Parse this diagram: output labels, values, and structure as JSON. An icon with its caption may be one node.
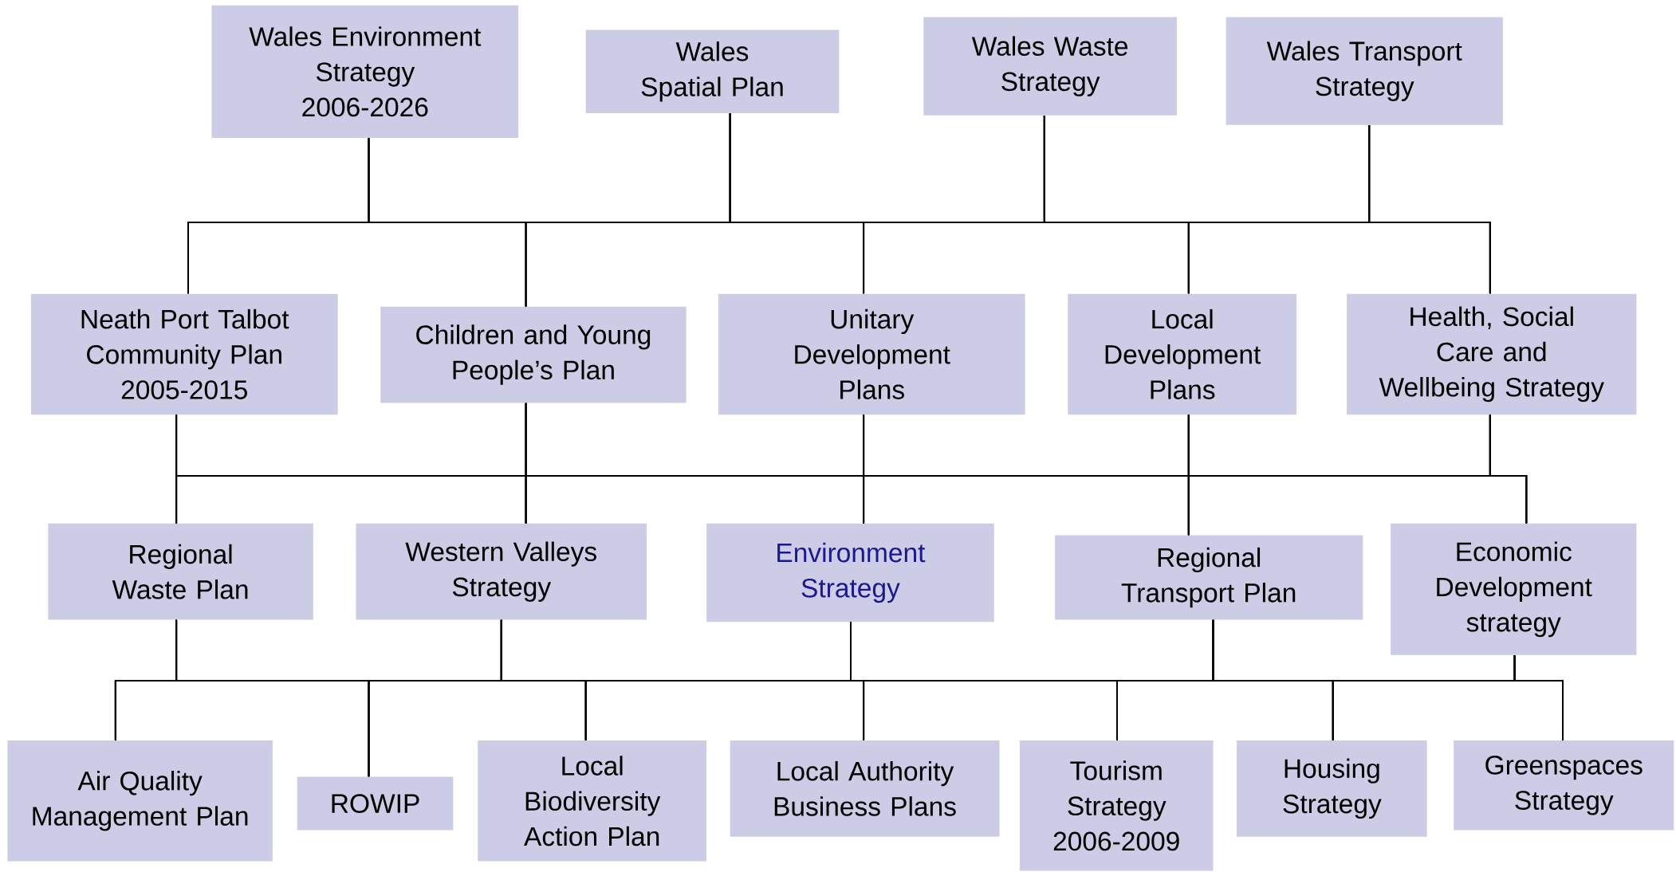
{
  "diagram": {
    "nodes": [
      {
        "text": [
          "Wales Environment Strategy",
          "2006-2026"
        ]
      },
      {
        "text": [
          "Wales Spatial Plan"
        ]
      },
      {
        "text": [
          "Wales Waste Strategy"
        ]
      },
      {
        "text": [
          "Wales Transport Strategy"
        ]
      },
      {
        "text": [
          "Neath Port Talbot Community Plan",
          "2005-2015"
        ]
      },
      {
        "text": [
          "Children and Young People’s Plan"
        ]
      },
      {
        "text": [
          "Unitary Development Plans"
        ]
      },
      {
        "text": [
          "Local Development Plans"
        ]
      },
      {
        "text": [
          "Health, Social Care and Wellbeing Strategy"
        ]
      },
      {
        "text": [
          "Regional Waste Plan"
        ]
      },
      {
        "text": [
          "Western Valleys Strategy"
        ]
      },
      {
        "text": [
          "Environment Strategy"
        ]
      },
      {
        "text": [
          "Regional Transport Plan"
        ]
      },
      {
        "text": [
          "Economic Development strategy"
        ]
      },
      {
        "text": [
          "Air Quality Management Plan"
        ]
      },
      {
        "text": [
          "ROWIP"
        ]
      },
      {
        "text": [
          "Local Biodiversity Action Plan"
        ]
      },
      {
        "text": [
          "Local Authority Business Plans"
        ]
      },
      {
        "text": [
          "Tourism Strategy",
          "2006-2009"
        ]
      },
      {
        "text": [
          "Housing Strategy"
        ]
      },
      {
        "text": [
          "Greenspaces Strategy"
        ]
      }
    ],
    "edges": [
      {
        "from": 0,
        "to": 4,
        "arrow": "none"
      },
      {
        "from": 0,
        "to": 5,
        "arrow": "none"
      },
      {
        "from": 0,
        "to": 6,
        "arrow": "none"
      },
      {
        "from": 0,
        "to": 7,
        "arrow": "none"
      },
      {
        "from": 0,
        "to": 8,
        "arrow": "none"
      },
      {
        "from": 1,
        "to": 4,
        "arrow": "none"
      },
      {
        "from": 1,
        "to": 5,
        "arrow": "none"
      },
      {
        "from": 1,
        "to": 6,
        "arrow": "none"
      },
      {
        "from": 1,
        "to": 7,
        "arrow": "none"
      },
      {
        "from": 1,
        "to": 8,
        "arrow": "none"
      },
      {
        "from": 2,
        "to": 4,
        "arrow": "none"
      },
      {
        "from": 2,
        "to": 5,
        "arrow": "none"
      },
      {
        "from": 2,
        "to": 6,
        "arrow": "none"
      },
      {
        "from": 2,
        "to": 7,
        "arrow": "none"
      },
      {
        "from": 2,
        "to": 8,
        "arrow": "none"
      },
      {
        "from": 3,
        "to": 4,
        "arrow": "none"
      },
      {
        "from": 3,
        "to": 5,
        "arrow": "none"
      },
      {
        "from": 3,
        "to": 6,
        "arrow": "none"
      },
      {
        "from": 3,
        "to": 7,
        "arrow": "none"
      },
      {
        "from": 3,
        "to": 8,
        "arrow": "none"
      },
      {
        "from": 4,
        "to": 9,
        "arrow": "none"
      },
      {
        "from": 4,
        "to": 10,
        "arrow": "none"
      },
      {
        "from": 4,
        "to": 11,
        "arrow": "none"
      },
      {
        "from": 4,
        "to": 12,
        "arrow": "none"
      },
      {
        "from": 4,
        "to": 13,
        "arrow": "none"
      },
      {
        "from": 5,
        "to": 9,
        "arrow": "none"
      },
      {
        "from": 5,
        "to": 10,
        "arrow": "none"
      },
      {
        "from": 5,
        "to": 11,
        "arrow": "none"
      },
      {
        "from": 5,
        "to": 12,
        "arrow": "none"
      },
      {
        "from": 5,
        "to": 13,
        "arrow": "none"
      },
      {
        "from": 6,
        "to": 9,
        "arrow": "none"
      },
      {
        "from": 6,
        "to": 10,
        "arrow": "none"
      },
      {
        "from": 6,
        "to": 11,
        "arrow": "none"
      },
      {
        "from": 6,
        "to": 12,
        "arrow": "none"
      },
      {
        "from": 6,
        "to": 13,
        "arrow": "none"
      },
      {
        "from": 7,
        "to": 9,
        "arrow": "none"
      },
      {
        "from": 7,
        "to": 10,
        "arrow": "none"
      },
      {
        "from": 7,
        "to": 11,
        "arrow": "none"
      },
      {
        "from": 7,
        "to": 12,
        "arrow": "none"
      },
      {
        "from": 7,
        "to": 13,
        "arrow": "none"
      },
      {
        "from": 8,
        "to": 9,
        "arrow": "none"
      },
      {
        "from": 8,
        "to": 10,
        "arrow": "none"
      },
      {
        "from": 8,
        "to": 11,
        "arrow": "none"
      },
      {
        "from": 8,
        "to": 12,
        "arrow": "none"
      },
      {
        "from": 8,
        "to": 13,
        "arrow": "none"
      },
      {
        "from": 9,
        "to": 14,
        "arrow": "none"
      },
      {
        "from": 9,
        "to": 15,
        "arrow": "none"
      },
      {
        "from": 9,
        "to": 16,
        "arrow": "none"
      },
      {
        "from": 9,
        "to": 17,
        "arrow": "none"
      },
      {
        "from": 9,
        "to": 18,
        "arrow": "none"
      },
      {
        "from": 9,
        "to": 19,
        "arrow": "none"
      },
      {
        "from": 9,
        "to": 20,
        "arrow": "none"
      },
      {
        "from": 10,
        "to": 14,
        "arrow": "none"
      },
      {
        "from": 10,
        "to": 15,
        "arrow": "none"
      },
      {
        "from": 10,
        "to": 16,
        "arrow": "none"
      },
      {
        "from": 10,
        "to": 17,
        "arrow": "none"
      },
      {
        "from": 10,
        "to": 18,
        "arrow": "none"
      },
      {
        "from": 10,
        "to": 19,
        "arrow": "none"
      },
      {
        "from": 10,
        "to": 20,
        "arrow": "none"
      },
      {
        "from": 11,
        "to": 14,
        "arrow": "none"
      },
      {
        "from": 11,
        "to": 15,
        "arrow": "none"
      },
      {
        "from": 11,
        "to": 16,
        "arrow": "none"
      },
      {
        "from": 11,
        "to": 17,
        "arrow": "none"
      },
      {
        "from": 11,
        "to": 18,
        "arrow": "none"
      },
      {
        "from": 11,
        "to": 19,
        "arrow": "none"
      },
      {
        "from": 11,
        "to": 20,
        "arrow": "none"
      },
      {
        "from": 12,
        "to": 14,
        "arrow": "none"
      },
      {
        "from": 12,
        "to": 15,
        "arrow": "none"
      },
      {
        "from": 12,
        "to": 16,
        "arrow": "none"
      },
      {
        "from": 12,
        "to": 17,
        "arrow": "none"
      },
      {
        "from": 12,
        "to": 18,
        "arrow": "none"
      },
      {
        "from": 12,
        "to": 19,
        "arrow": "none"
      },
      {
        "from": 12,
        "to": 20,
        "arrow": "none"
      },
      {
        "from": 13,
        "to": 14,
        "arrow": "none"
      },
      {
        "from": 13,
        "to": 15,
        "arrow": "none"
      },
      {
        "from": 13,
        "to": 16,
        "arrow": "none"
      },
      {
        "from": 13,
        "to": 17,
        "arrow": "none"
      },
      {
        "from": 13,
        "to": 18,
        "arrow": "none"
      },
      {
        "from": 13,
        "to": 19,
        "arrow": "none"
      },
      {
        "from": 13,
        "to": 20,
        "arrow": "none"
      }
    ]
  }
}
